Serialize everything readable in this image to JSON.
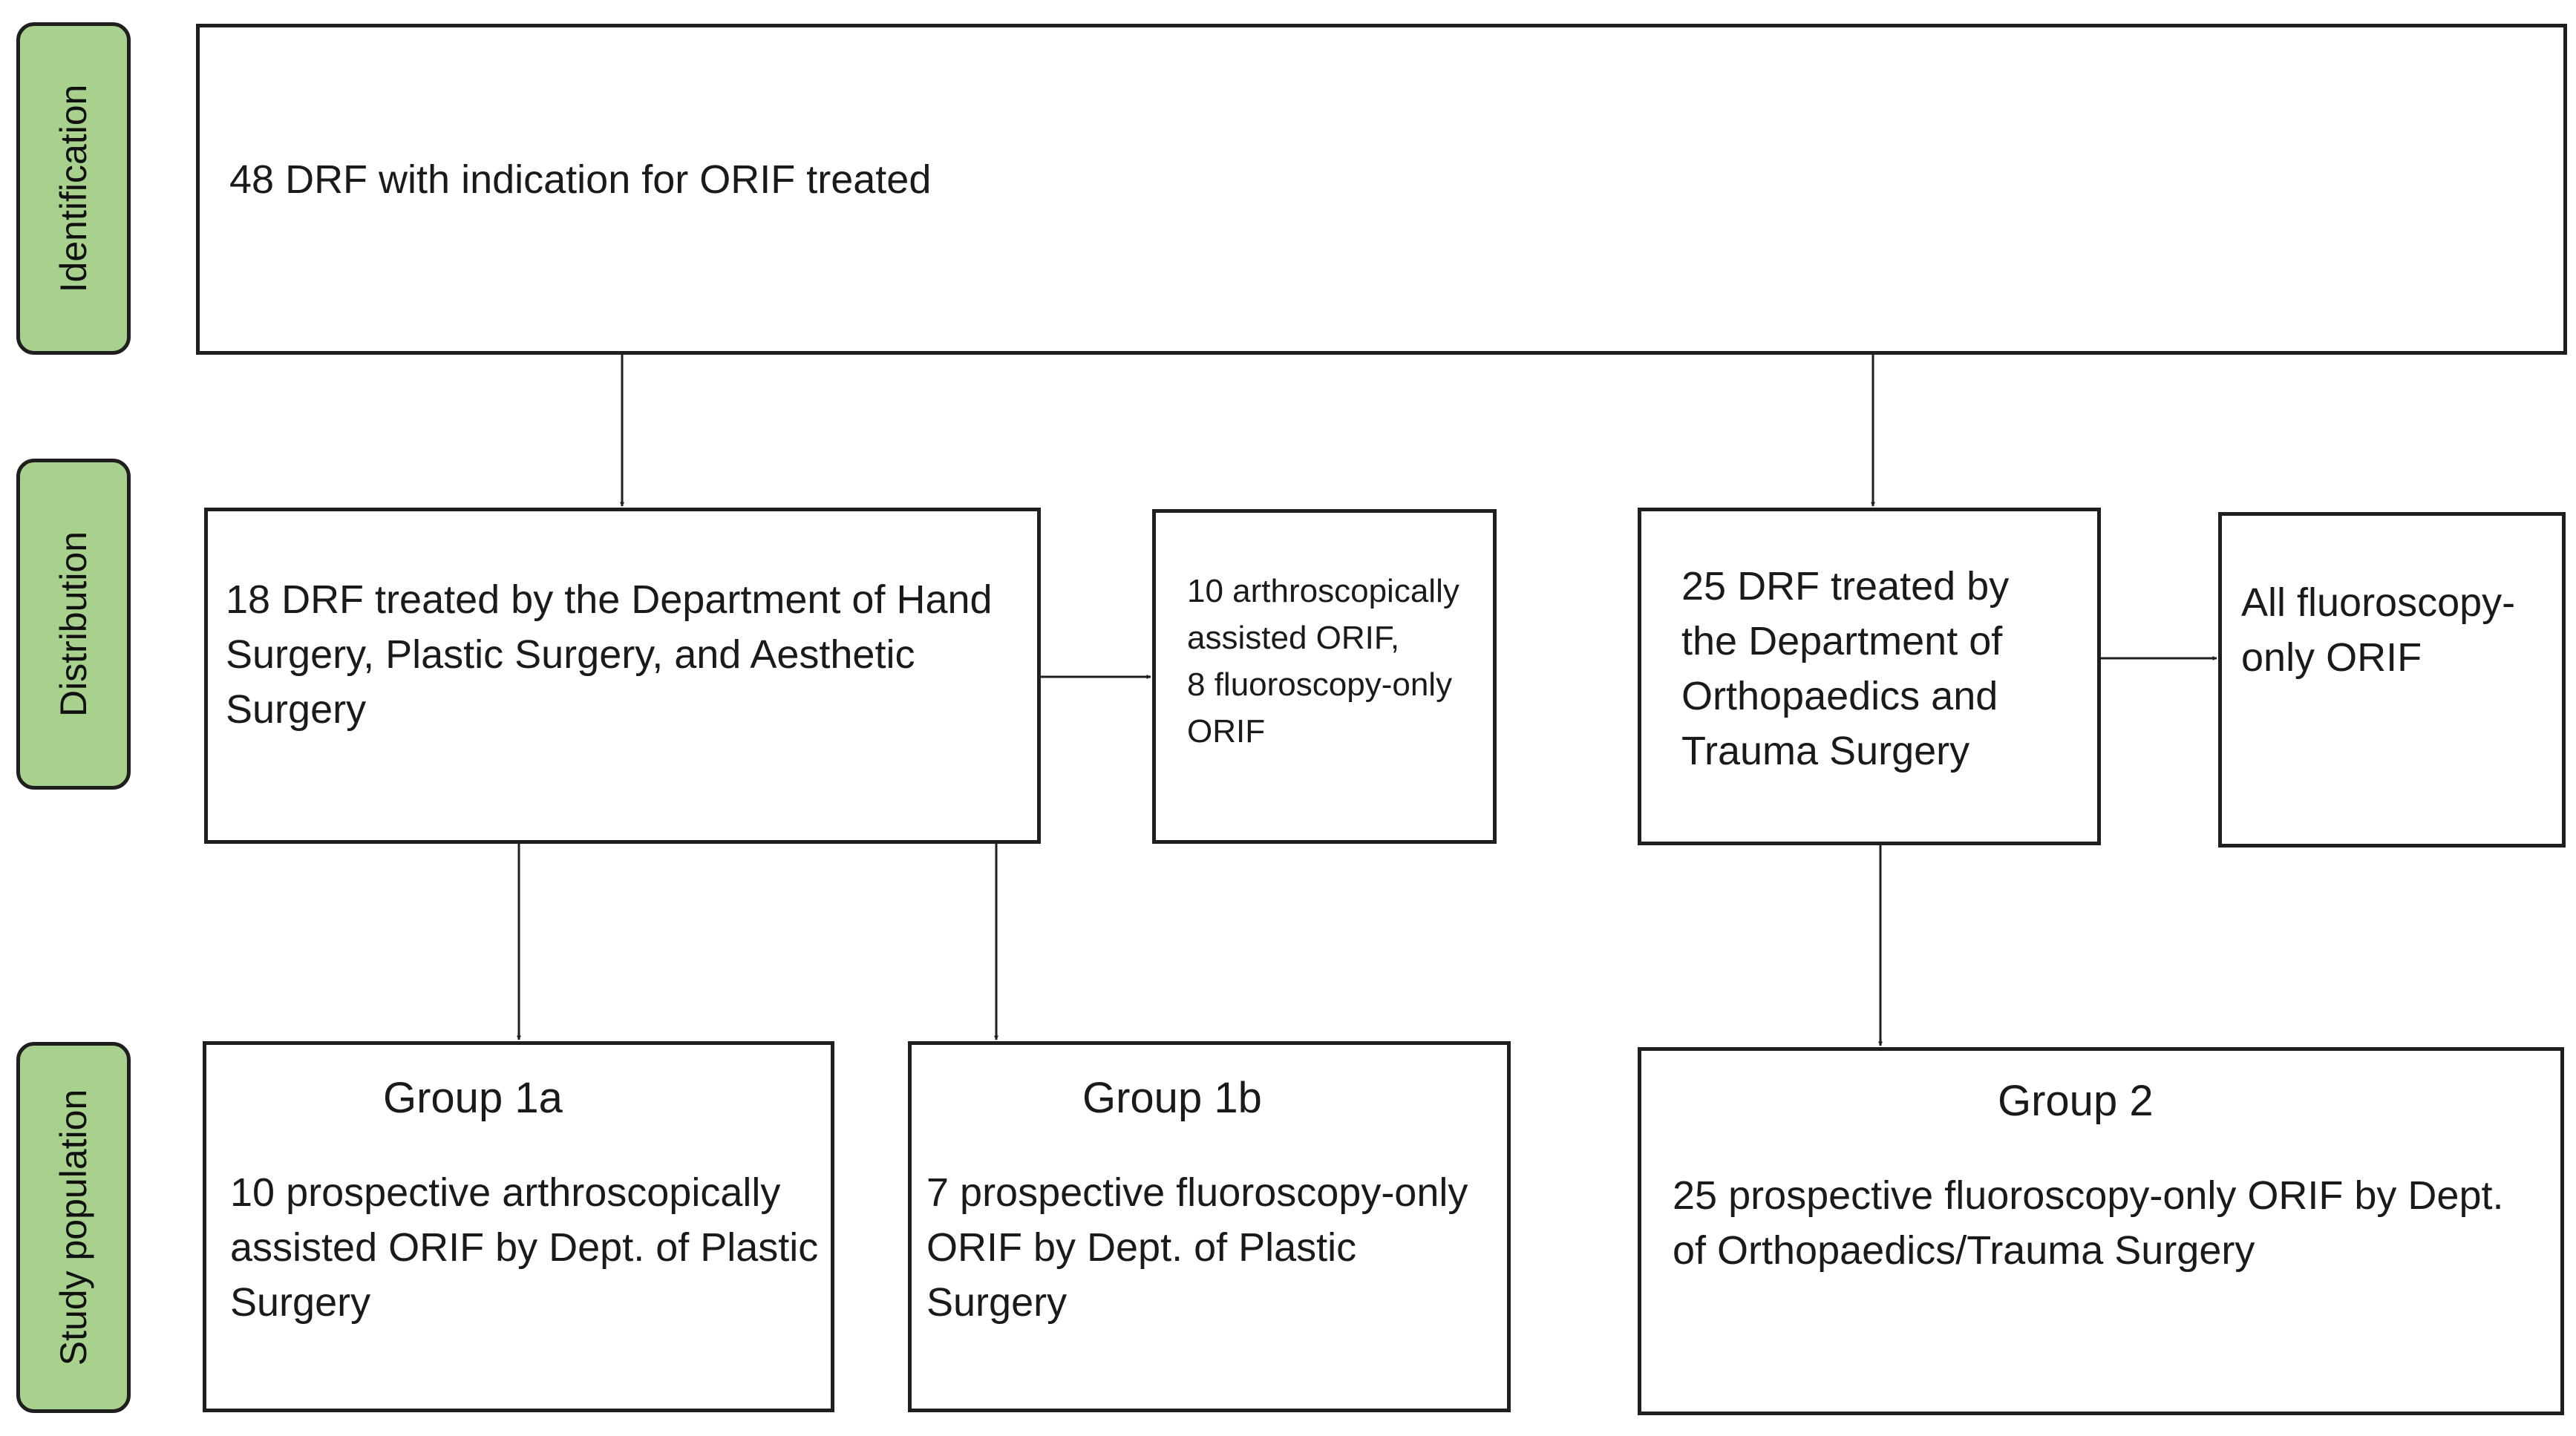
{
  "stages": {
    "identification": "Identification",
    "distribution": "Distribution",
    "study_population": "Study population"
  },
  "identification_box": {
    "text": "48 DRF with indication for ORIF treated"
  },
  "hand_surgery_box": {
    "lines": [
      "18 DRF treated by the Department of Hand",
      "Surgery, Plastic Surgery, and Aesthetic",
      "Surgery"
    ]
  },
  "hand_surgery_split_box": {
    "lines": [
      "10 arthroscopically",
      "assisted ORIF,",
      "8 fluoroscopy-only",
      "ORIF"
    ]
  },
  "ortho_box": {
    "lines": [
      "25 DRF treated by",
      "the Department of",
      "Orthopaedics and",
      "Trauma Surgery"
    ]
  },
  "ortho_split_box": {
    "lines": [
      "All fluoroscopy-",
      "only ORIF"
    ]
  },
  "group_1a": {
    "title": "Group 1a",
    "lines": [
      "10 prospective arthroscopically",
      "assisted ORIF by Dept. of Plastic",
      "Surgery"
    ]
  },
  "group_1b": {
    "title": "Group 1b",
    "lines": [
      "7 prospective fluoroscopy-only",
      "ORIF by Dept. of Plastic Surgery"
    ]
  },
  "group_2": {
    "title": "Group 2",
    "lines": [
      "25 prospective fluoroscopy-only ORIF by Dept.",
      "of Orthopaedics/Trauma Surgery"
    ]
  },
  "colors": {
    "stage_fill": "#a9d18e",
    "border": "#1f1f1f"
  }
}
